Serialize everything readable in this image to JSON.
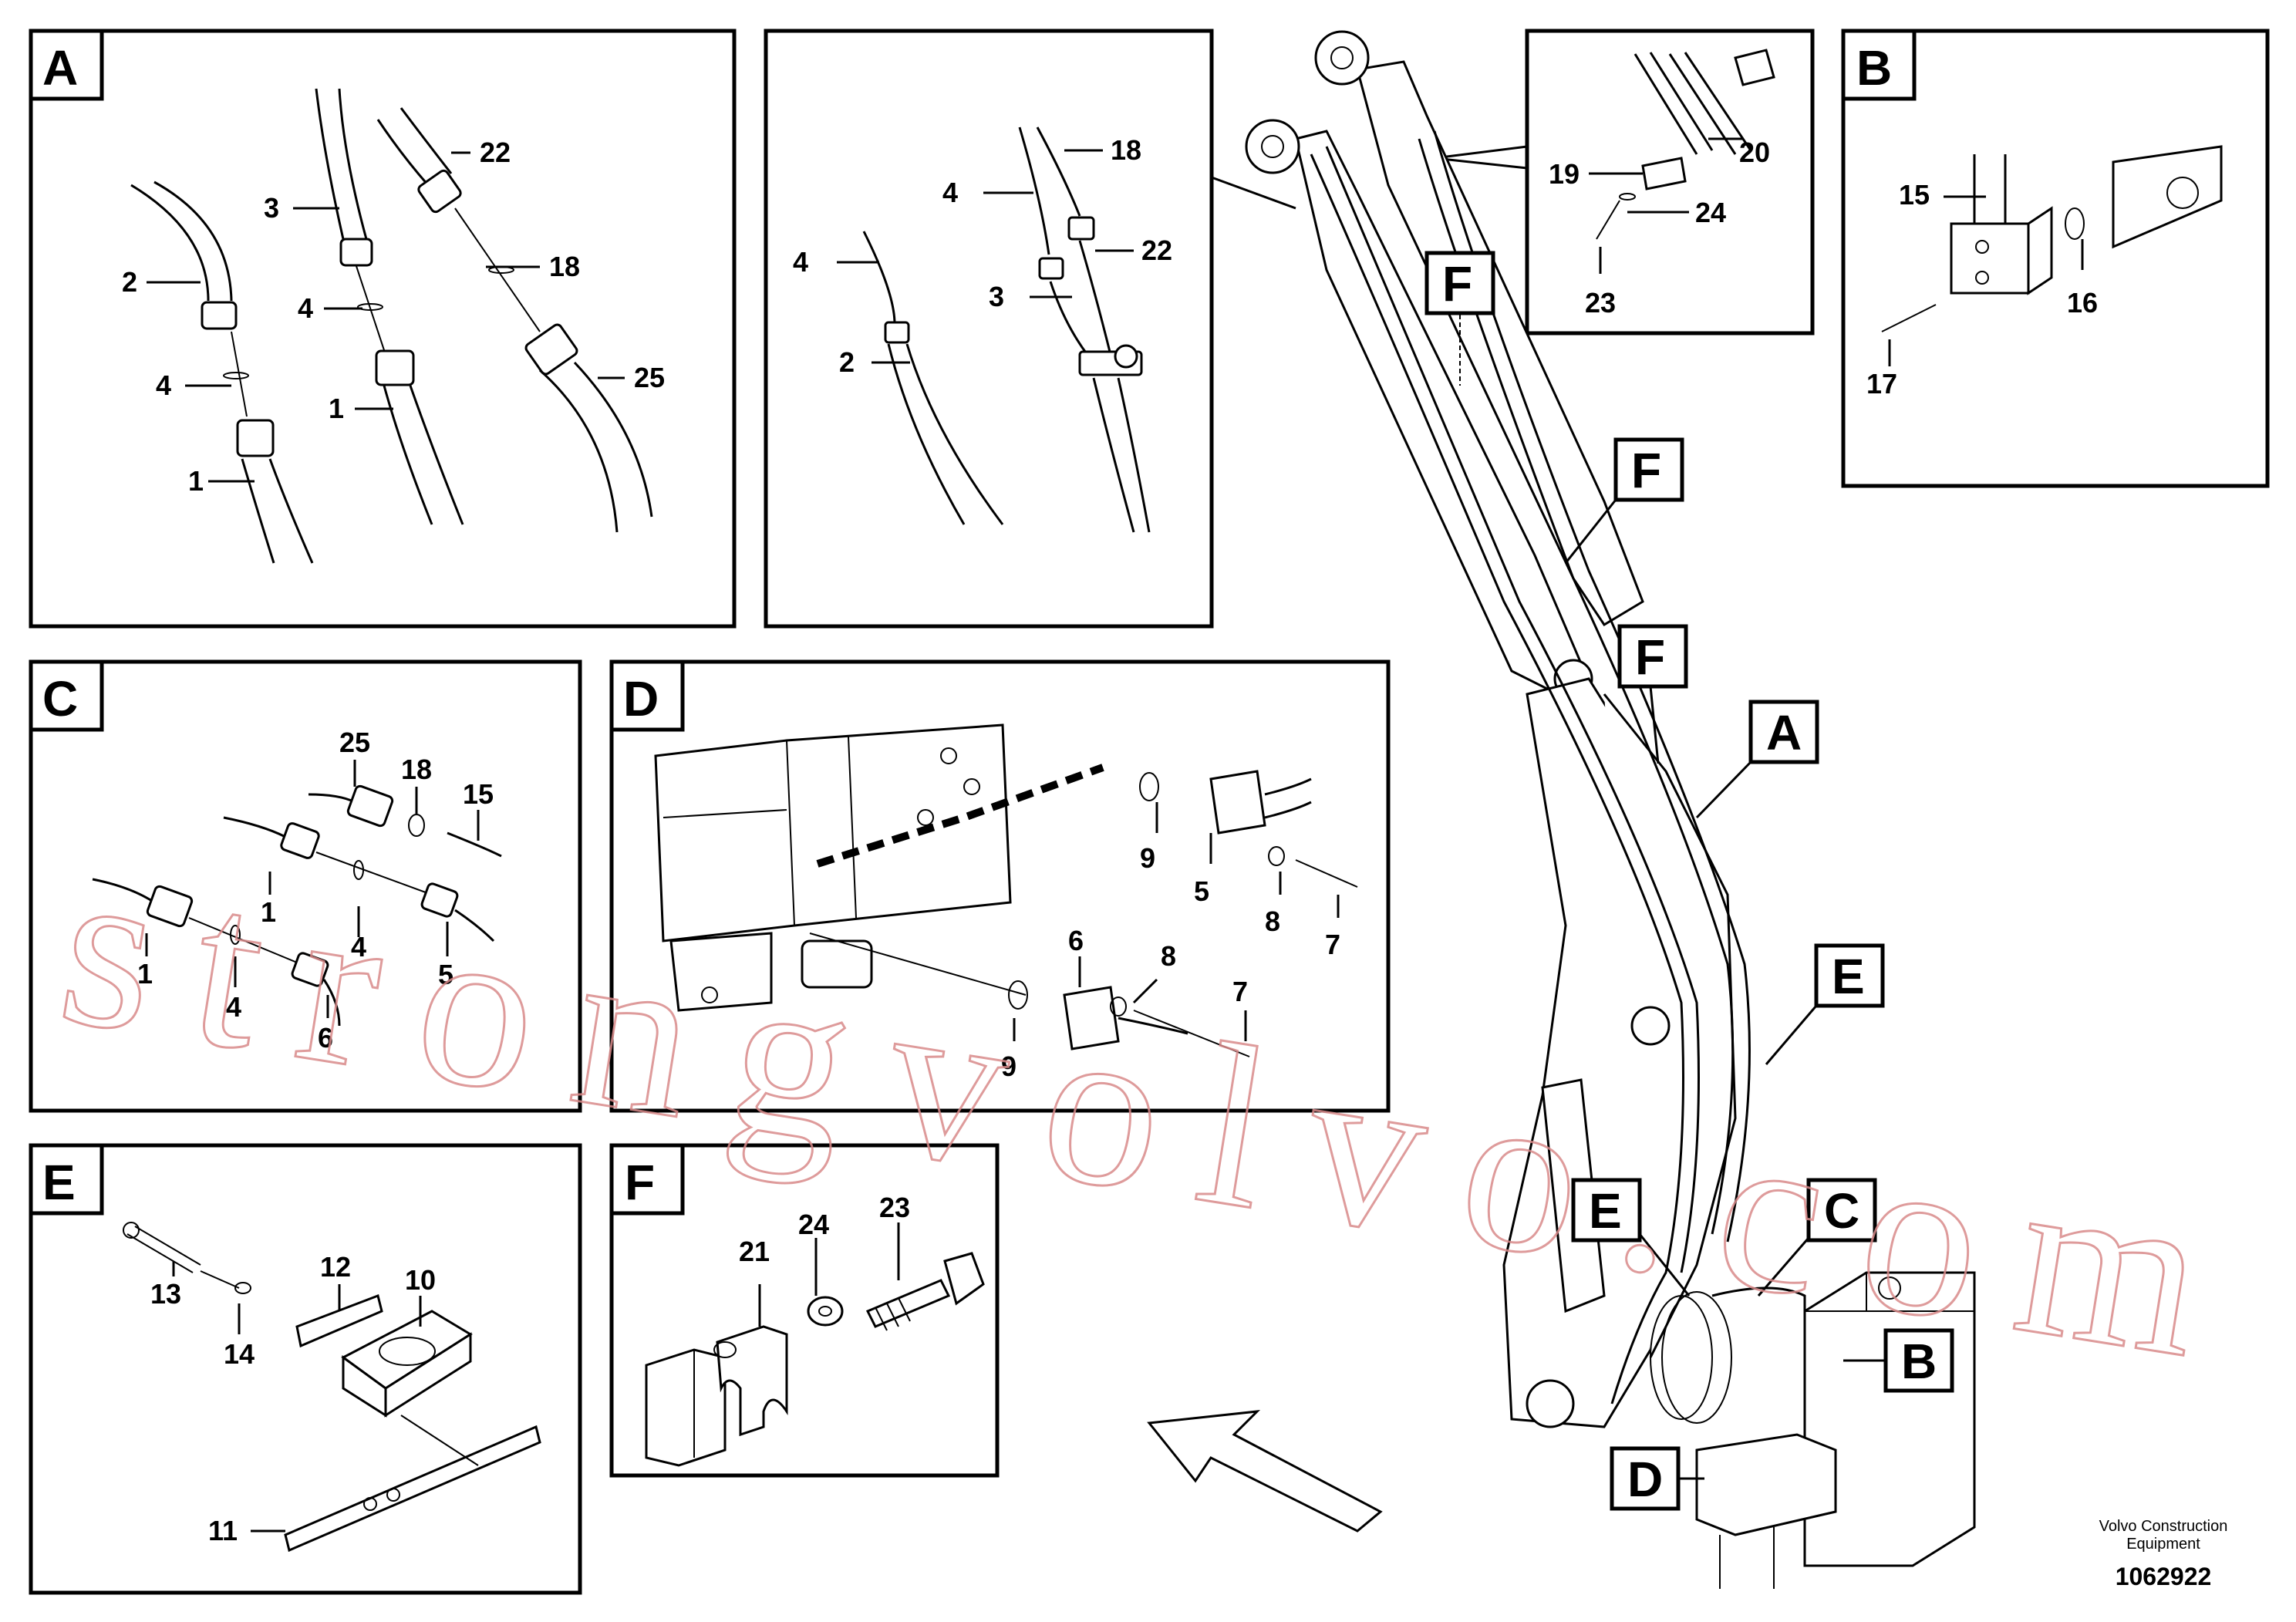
{
  "panels": {
    "A": {
      "tag": "A",
      "callouts": [
        "22",
        "3",
        "18",
        "2",
        "4",
        "4",
        "1",
        "25",
        "1"
      ]
    },
    "top_middle": {
      "callouts": [
        "18",
        "4",
        "22",
        "4",
        "3",
        "2"
      ]
    },
    "top_right": {
      "callouts": [
        "20",
        "19",
        "24",
        "23"
      ]
    },
    "B": {
      "tag": "B",
      "callouts": [
        "15",
        "16",
        "17"
      ]
    },
    "C": {
      "tag": "C",
      "callouts": [
        "25",
        "18",
        "15",
        "1",
        "4",
        "1",
        "4",
        "5",
        "6"
      ]
    },
    "D": {
      "tag": "D",
      "callouts": [
        "9",
        "5",
        "8",
        "7",
        "6",
        "8",
        "7",
        "9"
      ]
    },
    "E": {
      "tag": "E",
      "callouts": [
        "12",
        "10",
        "13",
        "14",
        "11"
      ]
    },
    "F": {
      "tag": "F",
      "callouts": [
        "21",
        "24",
        "23"
      ]
    }
  },
  "machine_tags": [
    "F",
    "F",
    "F",
    "A",
    "E",
    "E",
    "C",
    "B",
    "D"
  ],
  "footer": {
    "brand_line1": "Volvo Construction",
    "brand_line2": "Equipment",
    "drawing_number": "1062922"
  },
  "watermark": "strongvolvo.com"
}
